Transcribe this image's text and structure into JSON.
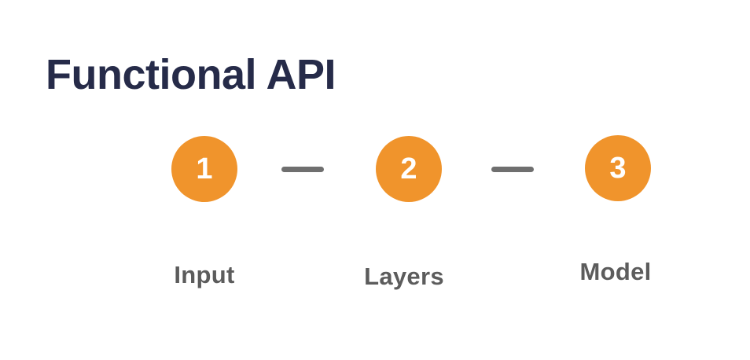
{
  "title": "Functional API",
  "steps": [
    {
      "number": "1",
      "label": "Input"
    },
    {
      "number": "2",
      "label": "Layers"
    },
    {
      "number": "3",
      "label": "Model"
    }
  ],
  "connectors": {
    "count": 2,
    "style": "short horizontal dash"
  },
  "colors": {
    "background": "#FFFFFF",
    "title_navy": "#262B49",
    "step_orange": "#F0942C",
    "label_gray": "#5C5C5C",
    "connector_gray": "#6F6F6F",
    "step_number_white": "#FFFFFF"
  }
}
